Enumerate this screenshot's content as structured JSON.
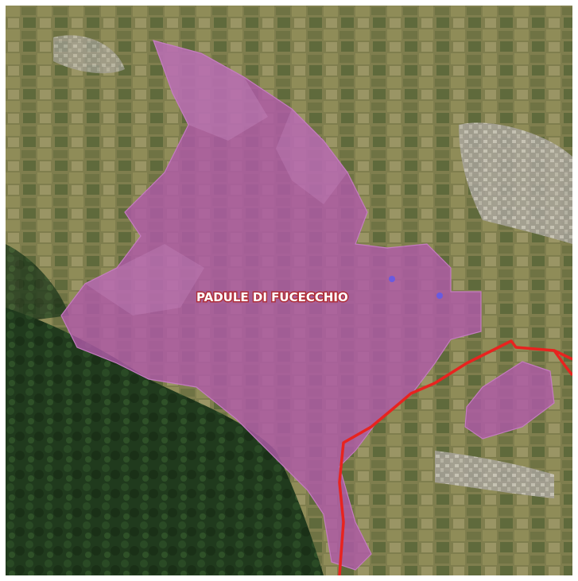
{
  "map": {
    "area_label": "PADULE DI FUCECCHIO",
    "colors": {
      "zone_fill": "#b05aa8",
      "zone_edge": "#c47cc0",
      "boundary_line": "#e8231f",
      "marker": "#6a5ae0",
      "forest": "#1f3a1c",
      "fields": "#8c8a5a",
      "urban": "#b8b4ac"
    },
    "markers": [
      {
        "name": "point-marker-1"
      },
      {
        "name": "point-marker-2"
      }
    ]
  }
}
